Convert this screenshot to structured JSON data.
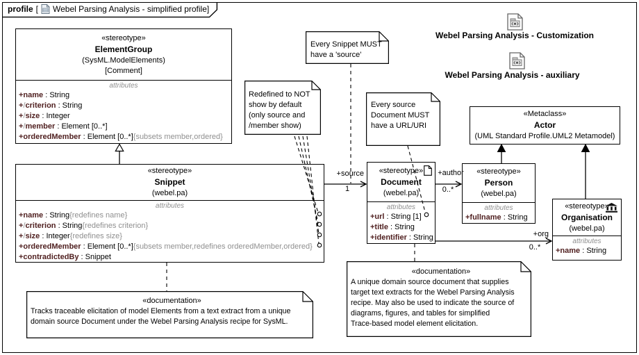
{
  "frame": {
    "tab": {
      "keyword": "profile",
      "bracket_open": "[",
      "diagram_name": "Webel Parsing Analysis - simplified profile",
      "bracket_close": "]"
    }
  },
  "classes": {
    "element_group": {
      "stereotype": "«stereotype»",
      "name": "ElementGroup",
      "qualifier": "(SysML.ModelElements)",
      "extra": "[Comment]",
      "compartment_label": "attributes",
      "attributes": [
        [
          [
            "m",
            "+name"
          ],
          [
            "b",
            " : String"
          ]
        ],
        [
          [
            "m",
            "+"
          ],
          [
            "g",
            "/"
          ],
          [
            "m",
            "criterion"
          ],
          [
            "b",
            " : String"
          ]
        ],
        [
          [
            "m",
            "+"
          ],
          [
            "g",
            "/"
          ],
          [
            "m",
            "size"
          ],
          [
            "b",
            " : Integer"
          ]
        ],
        [
          [
            "m",
            "+"
          ],
          [
            "g",
            "/"
          ],
          [
            "m",
            "member"
          ],
          [
            "b",
            " : Element [0..*]"
          ]
        ],
        [
          [
            "m",
            "+orderedMember"
          ],
          [
            "b",
            " : Element [0..*]"
          ],
          [
            "g",
            "{subsets member,ordered}"
          ]
        ]
      ]
    },
    "snippet": {
      "stereotype": "«stereotype»",
      "name": "Snippet",
      "qualifier": "(webel.pa)",
      "compartment_label": "attributes",
      "attributes": [
        [
          [
            "m",
            "+name"
          ],
          [
            "b",
            " : String"
          ],
          [
            "g",
            "{redefines name}"
          ]
        ],
        [
          [
            "m",
            "+"
          ],
          [
            "g",
            "/"
          ],
          [
            "m",
            "criterion"
          ],
          [
            "b",
            " : String"
          ],
          [
            "g",
            "{redefines criterion}"
          ]
        ],
        [
          [
            "m",
            "+"
          ],
          [
            "g",
            "/"
          ],
          [
            "m",
            "size"
          ],
          [
            "b",
            " : Integer"
          ],
          [
            "g",
            "{redefines size}"
          ]
        ],
        [
          [
            "m",
            "+orderedMember"
          ],
          [
            "b",
            " : Element [0..*]"
          ],
          [
            "g",
            "{subsets member,redefines orderedMember,ordered}"
          ]
        ],
        [
          [
            "m",
            "+contradictedBy"
          ],
          [
            "b",
            " : Snippet"
          ]
        ]
      ]
    },
    "document": {
      "stereotype": "«stereotype»",
      "name": "Document",
      "qualifier": "(webel.pa)",
      "compartment_label": "attributes",
      "attributes": [
        [
          [
            "m",
            "+url"
          ],
          [
            "b",
            " : String [1]"
          ]
        ],
        [
          [
            "m",
            "+title"
          ],
          [
            "b",
            " : String"
          ]
        ],
        [
          [
            "m",
            "+identifier"
          ],
          [
            "b",
            " : String"
          ]
        ]
      ]
    },
    "person": {
      "stereotype": "«stereotype»",
      "name": "Person",
      "qualifier": "(webel.pa)",
      "compartment_label": "attributes",
      "attributes": [
        [
          [
            "m",
            "+fullname"
          ],
          [
            "b",
            " : String"
          ]
        ]
      ]
    },
    "actor": {
      "stereotype": "«Metaclass»",
      "name": "Actor",
      "qualifier": "(UML Standard Profile.UML2 Metamodel)"
    },
    "organisation": {
      "stereotype": "«stereotype»",
      "name": "Organisation",
      "qualifier": "(webel.pa)",
      "compartment_label": "attributes",
      "attributes": [
        [
          [
            "m",
            "+name"
          ],
          [
            "b",
            " : String"
          ]
        ]
      ]
    }
  },
  "notes": {
    "redefined": {
      "lines": [
        "Redefined to NOT",
        "show by default",
        "(only source and",
        "/member show)"
      ]
    },
    "snippet_source": {
      "lines": [
        "Every Snippet MUST",
        "have a 'source'"
      ]
    },
    "document_url": {
      "lines": [
        "Every source",
        "Document MUST",
        "have a URL/URI"
      ]
    },
    "doc_snippet": {
      "stereotype": "«documentation»",
      "lines": [
        "Tracks traceable elicitation of model Elements from a text extract from a unique",
        "domain source Document under the Webel Parsing Analysis recipe for SysML."
      ]
    },
    "doc_document": {
      "stereotype": "«documentation»",
      "lines": [
        "A unique domain source document that supplies",
        "target text extracts for the Webel Parsing Analysis",
        "recipe. May also be used to indicate the source of",
        "diagrams, figures, and tables for simplified",
        "Trace-based model element elicitation."
      ]
    }
  },
  "edges": {
    "source": {
      "name": "+source",
      "multiplicity": "1"
    },
    "author": {
      "name": "+author",
      "multiplicity": "0..*"
    },
    "org": {
      "name": "+org",
      "multiplicity": "0..*"
    }
  },
  "shortcuts": {
    "customization": {
      "label": "Webel Parsing Analysis - Customization"
    },
    "auxiliary": {
      "label": "Webel Parsing Analysis - auxiliary"
    }
  },
  "colors": {
    "attribute_name": "#4f1f1f",
    "muted_text": "#8f8f8f",
    "line": "#000000"
  }
}
